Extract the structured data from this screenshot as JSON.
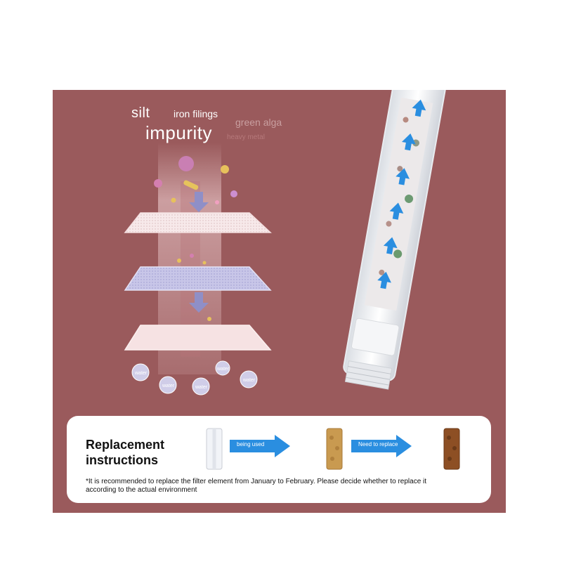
{
  "image": {
    "words": {
      "silt": "silt",
      "iron_filings": "iron filings",
      "green_alga": "green alga",
      "impurity": "impurity",
      "heavy_metal": "heavy metal"
    },
    "water_bubbles": [
      "water",
      "water",
      "water",
      "water",
      "water"
    ]
  },
  "replacement_card": {
    "title_line1": "Replacement",
    "title_line2": "instructions",
    "arrow1_label": "being used",
    "arrow2_label": "Need to replace",
    "note_line1": "*It is recommended to replace the filter element from January to February. Please decide  whether to replace it",
    "note_line2": "according to the actual environment"
  },
  "colors": {
    "background": "#9a5a5c",
    "arrow_blue": "#2a8ee0",
    "card": "#ffffff"
  },
  "icons": [
    "up-arrow-icon",
    "right-arrow-icon",
    "down-arrow-icon"
  ]
}
